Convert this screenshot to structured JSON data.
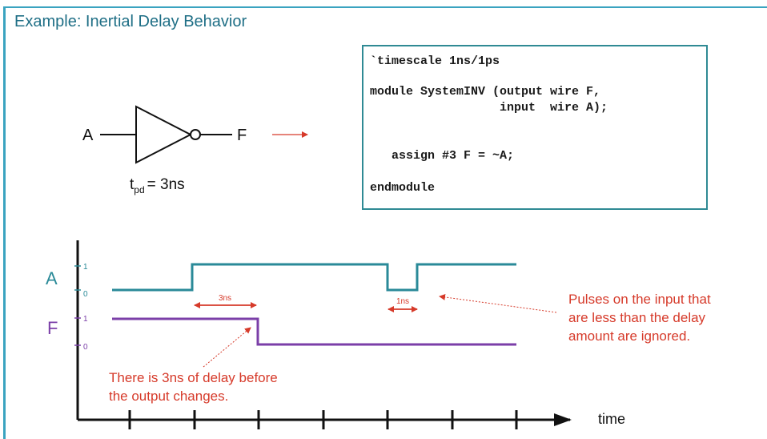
{
  "title": "Example: Inertial Delay Behavior",
  "colors": {
    "frame": "#3aa3c0",
    "title": "#1f6f86",
    "code_border": "#2f8a94",
    "signal_a": "#2a8a98",
    "signal_f": "#7b3fa8",
    "annotation": "#d63a2a",
    "ink": "#111111"
  },
  "gate": {
    "input_label": "A",
    "output_label": "F",
    "tpd_symbol": "t",
    "tpd_subscript": "pd",
    "tpd_value": "= 3ns"
  },
  "code_lines": [
    "`timescale 1ns/1ps",
    "module SystemINV (output wire F,",
    "                  input  wire A);",
    "   assign #3 F = ~A;",
    "endmodule"
  ],
  "waveform": {
    "signal_a": {
      "name": "A",
      "high_label": "1",
      "low_label": "0"
    },
    "signal_f": {
      "name": "F",
      "high_label": "1",
      "low_label": "0"
    },
    "axis_label": "time",
    "delay_marker": "3ns",
    "pulse_marker": "1ns"
  },
  "annotations": {
    "ignored_lines": [
      "Pulses on the input that",
      "are less than the delay",
      "amount are ignored."
    ],
    "delay_lines": [
      "There is 3ns of delay before",
      "the output changes."
    ]
  }
}
